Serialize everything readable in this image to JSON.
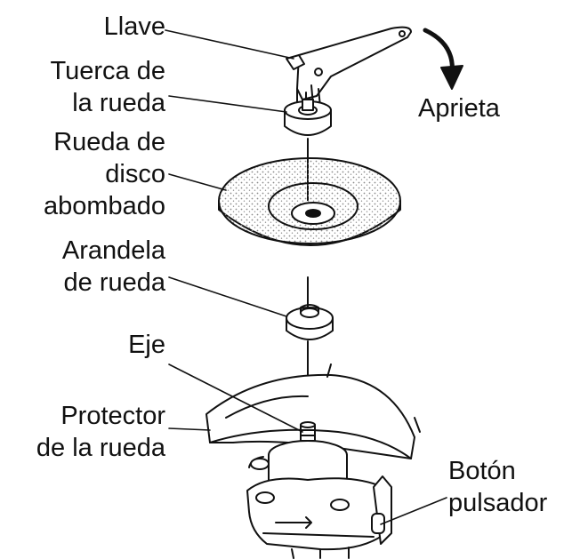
{
  "labels": {
    "llave": "Llave",
    "tuerca_l1": "Tuerca de",
    "tuerca_l2": "la rueda",
    "aprieta": "Aprieta",
    "disco_l1": "Rueda de",
    "disco_l2": "disco",
    "disco_l3": "abombado",
    "arandela_l1": "Arandela",
    "arandela_l2": "de rueda",
    "eje": "Eje",
    "protector_l1": "Protector",
    "protector_l2": "de la rueda",
    "boton_l1": "Botón",
    "boton_l2": "pulsador"
  },
  "colors": {
    "ink": "#111111",
    "paper": "#ffffff",
    "stipple": "#9a9a9a"
  }
}
